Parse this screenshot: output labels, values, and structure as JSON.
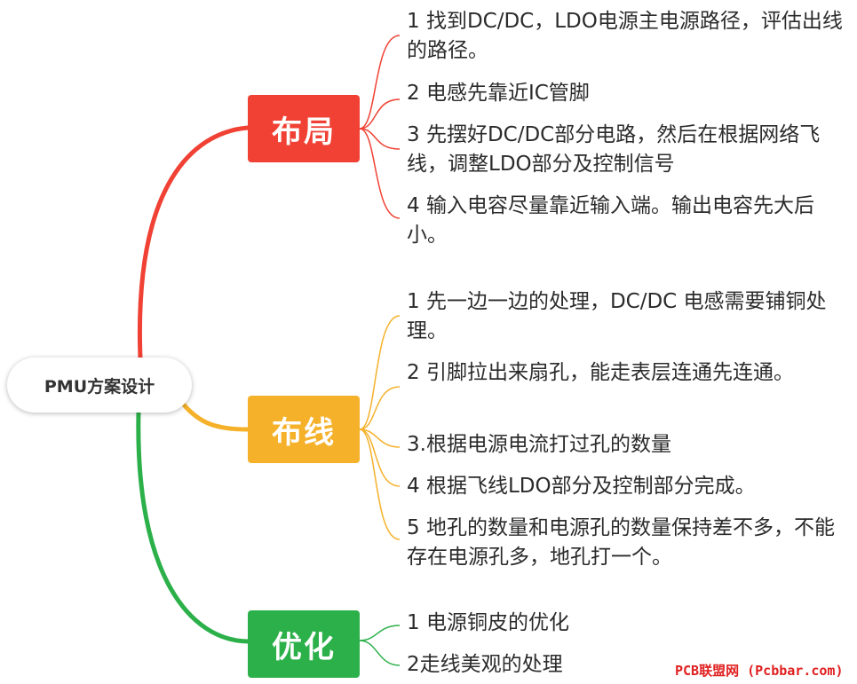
{
  "root": {
    "label": "PMU方案设计"
  },
  "branches": [
    {
      "label": "布局",
      "color": "#f04134",
      "items": [
        "1 找到DC/DC，LDO电源主电源路径，评估出线的路径。",
        "2 电感先靠近IC管脚",
        "3  先摆好DC/DC部分电路，然后在根据网络飞线，调整LDO部分及控制信号",
        "4 输入电容尽量靠近输入端。输出电容先大后小。"
      ]
    },
    {
      "label": "布线",
      "color": "#f5b12a",
      "items": [
        "1 先一边一边的处理，DC/DC 电感需要铺铜处理。",
        "2 引脚拉出来扇孔，能走表层连通先连通。",
        "3.根据电源电流打过孔的数量",
        "4 根据飞线LDO部分及控制部分完成。",
        "5 地孔的数量和电源孔的数量保持差不多，不能存在电源孔多，地孔打一个。"
      ]
    },
    {
      "label": "优化",
      "color": "#2cb04a",
      "items": [
        "1 电源铜皮的优化",
        "2走线美观的处理"
      ]
    }
  ],
  "watermark": "PCB联盟网 (Pcbbar.com)"
}
